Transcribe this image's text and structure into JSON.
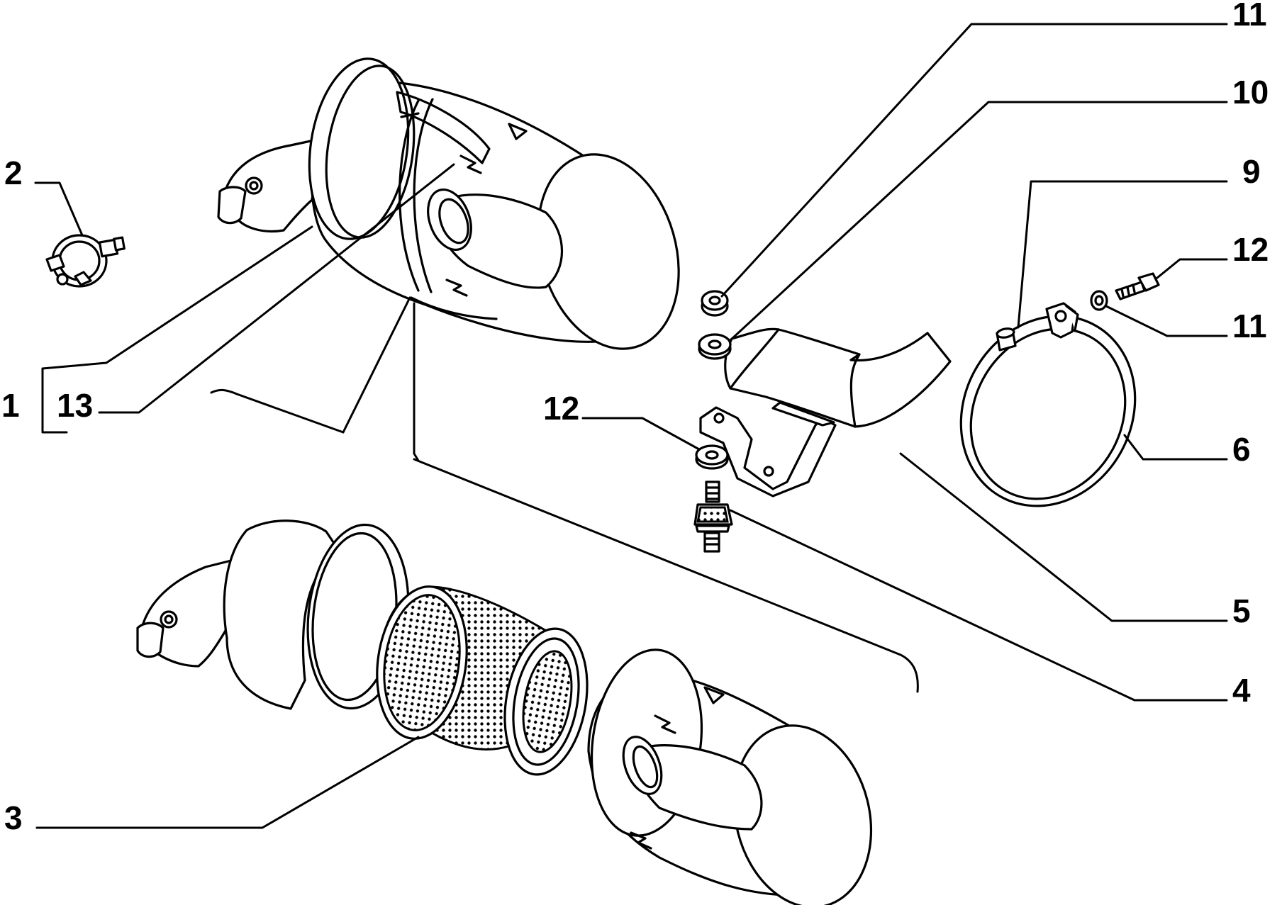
{
  "callouts": [
    {
      "id": "c1",
      "text": "1"
    },
    {
      "id": "c13",
      "text": "13"
    },
    {
      "id": "c2",
      "text": "2"
    },
    {
      "id": "c3",
      "text": "3"
    },
    {
      "id": "c4",
      "text": "4"
    },
    {
      "id": "c5",
      "text": "5"
    },
    {
      "id": "c6",
      "text": "6"
    },
    {
      "id": "c9",
      "text": "9"
    },
    {
      "id": "c10",
      "text": "10"
    },
    {
      "id": "c11a",
      "text": "11"
    },
    {
      "id": "c11b",
      "text": "11"
    },
    {
      "id": "c12a",
      "text": "12"
    },
    {
      "id": "c12b",
      "text": "12"
    }
  ]
}
